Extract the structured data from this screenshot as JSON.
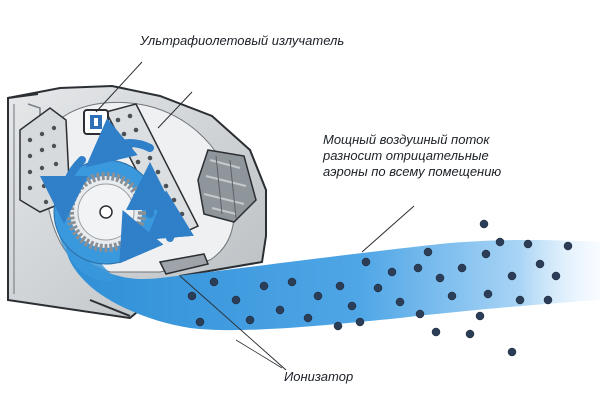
{
  "labels": {
    "uv_emitter": "Ультрафиолетовый излучатель",
    "air_flow": "Мощный воздушный поток\nразносит отрицательные\nаэроны по всему помещению",
    "ionizer": "Ионизатор"
  },
  "colors": {
    "stream_dark": "#2f8fd6",
    "stream_light": "#dcefff",
    "particle": "#2c3e57",
    "housing": "#cfd3d6",
    "outline": "#2b2f33",
    "arrow": "#2f7fc9"
  },
  "icons": {
    "uv_lamp": "uv-lamp-icon",
    "fan": "cross-flow-fan-icon"
  }
}
